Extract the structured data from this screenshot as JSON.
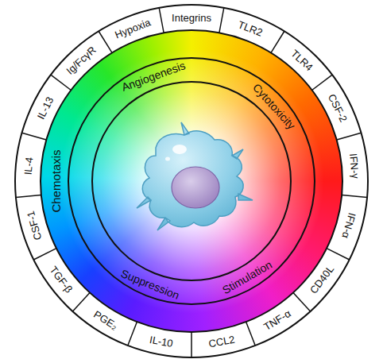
{
  "diagram": {
    "nodes": [
      {
        "text": [
          "Integrins",
          "TLR2",
          "TLR4",
          "CSF-2",
          "IFN-γ",
          "IFN-α",
          "CD40L",
          "TNF-α",
          "CCL2",
          "IL-10",
          "PGE₂",
          "TGF-β",
          "CSF-1",
          "IL-4",
          "IL-13",
          "Ig/FcγR",
          "Hypoxia"
        ]
      },
      {
        "text": [
          "Chemotaxis",
          "Angiogenesis",
          "Cytotoxicity",
          "Stimulation",
          "Suppression"
        ]
      }
    ]
  }
}
